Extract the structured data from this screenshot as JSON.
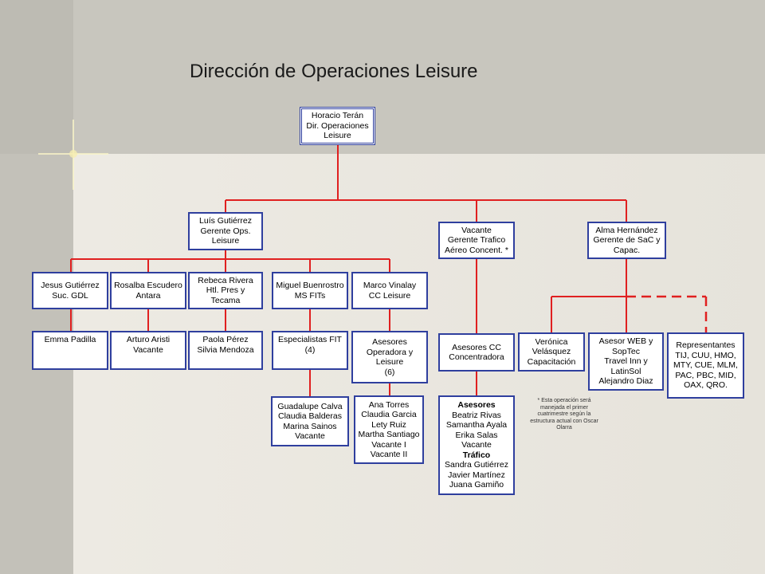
{
  "title": "Dirección de Operaciones Leisure",
  "colors": {
    "line": "#e02020",
    "border": "#2f3f9e",
    "band": "#c8c6be"
  },
  "nodes": {
    "director": "Horacio Terán\nDir. Operaciones\nLeisure",
    "ops_manager": "Luís Gutiérrez\nGerente Ops.\nLeisure",
    "traffic_manager": "Vacante\nGerente Trafico\nAéreo Concent. *",
    "sac_manager": "Alma Hernández\nGerente de SaC y\nCapac.",
    "gdl": "Jesus Gutiérrez\nSuc. GDL",
    "antara": "Rosalba Escudero\nAntara",
    "hotel": "Rebeca Rivera\nHtl. Pres y\nTecama",
    "fits": "Miguel Buenrostro\nMS FITs",
    "cc_leisure": "Marco Vinalay\nCC Leisure",
    "emma": "Emma Padilla",
    "arturo": "Arturo Aristi\nVacante",
    "paola": "Paola Pérez\nSilvia Mendoza",
    "especialistas": "Especialistas FIT\n(4)",
    "asesores_op": "Asesores\nOperadora y\nLeisure\n(6)",
    "asesores_cc": "Asesores CC\nConcentradora",
    "veronica": "Verónica\nVelásquez\nCapacitación",
    "asesor_web": "Asesor WEB y\nSopTec\nTravel Inn y\nLatinSol\nAlejandro Diaz",
    "representantes": "Representantes\nTIJ, CUU, HMO,\nMTY, CUE, MLM,\nPAC, PBC, MID,\nOAX, QRO.",
    "guadalupe": "Guadalupe Calva\nClaudia Balderas\nMarina Sainos\nVacante",
    "ana": "Ana Torres\nClaudia Garcia\nLety Ruiz\nMartha Santiago\nVacante I\nVacante II",
    "asesores_heading": "Asesores",
    "asesores_names": "Beatriz Rivas\nSamantha Ayala\nErika Salas\nVacante",
    "trafico_heading": "Tráfico",
    "trafico_names": "Sandra Gutiérrez\nJavier Martínez\nJuana Gamiño"
  },
  "note": "* Esta operación será\nmanejada el primer\ncuatrimestre según la\nestructura actual con Oscar\nOlarra"
}
